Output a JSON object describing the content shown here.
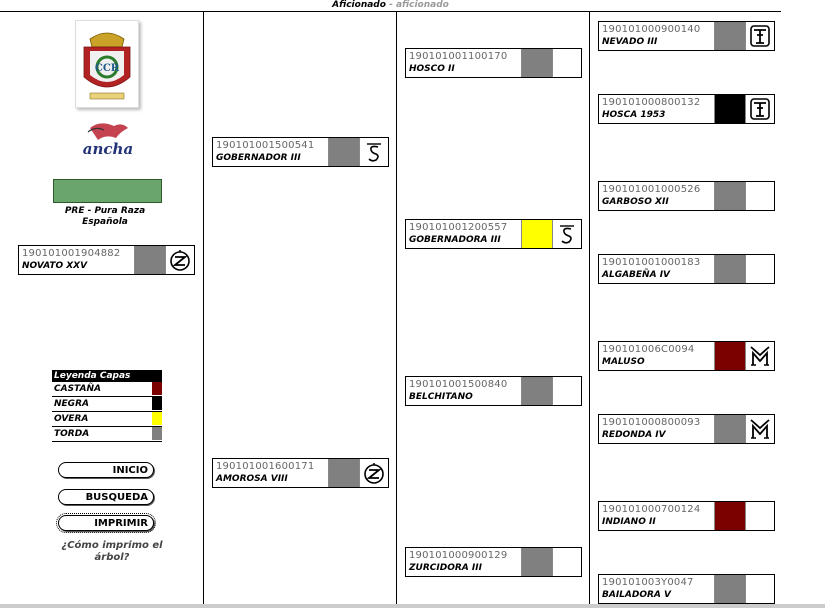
{
  "header": {
    "title": "Aficionado",
    "separator": " - ",
    "subtitle": "aficionado"
  },
  "sidebar": {
    "breed_label": "PRE - Pura Raza Española",
    "logo2_text": "ancha",
    "logo1_text": "CCR",
    "legend": {
      "title": "Leyenda Capas",
      "items": [
        {
          "label": "CASTAÑA",
          "color": "#7b0000"
        },
        {
          "label": "NEGRA",
          "color": "#000000"
        },
        {
          "label": "OVERA",
          "color": "#ffff00"
        },
        {
          "label": "TORDA",
          "color": "#808080"
        }
      ]
    },
    "buttons": {
      "inicio": "INICIO",
      "busqueda": "BUSQUEDA",
      "imprimir": "IMPRIMIR"
    },
    "howto": "¿Cómo imprimo el árbol?"
  },
  "horses": {
    "root": {
      "reg": "190101001904882",
      "name": "NOVATO XXV",
      "color": "#808080",
      "brand": "z-icon"
    },
    "g1a": {
      "reg": "190101001500541",
      "name": "GOBERNADOR III",
      "color": "#808080",
      "brand": "s-icon"
    },
    "g1b": {
      "reg": "190101001600171",
      "name": "AMOROSA VIII",
      "color": "#808080",
      "brand": "z-icon"
    },
    "g2a": {
      "reg": "190101001100170",
      "name": "HOSCO II",
      "color": "#808080",
      "brand": ""
    },
    "g2b": {
      "reg": "190101001200557",
      "name": "GOBERNADORA III",
      "color": "#ffff00",
      "brand": "s-icon"
    },
    "g2c": {
      "reg": "190101001500840",
      "name": "BELCHITANO",
      "color": "#808080",
      "brand": ""
    },
    "g2d": {
      "reg": "190101000900129",
      "name": "ZURCIDORA III",
      "color": "#808080",
      "brand": ""
    },
    "g3a": {
      "reg": "190101000900140",
      "name": "NEVADO III",
      "color": "#808080",
      "brand": "tf-icon"
    },
    "g3b": {
      "reg": "190101000800132",
      "name": "HOSCA 1953",
      "color": "#000000",
      "brand": "tf-icon"
    },
    "g3c": {
      "reg": "190101001000526",
      "name": "GARBOSO XII",
      "color": "#808080",
      "brand": ""
    },
    "g3d": {
      "reg": "190101001000183",
      "name": "ALGABEÑA IV",
      "color": "#808080",
      "brand": ""
    },
    "g3e": {
      "reg": "190101006C0094",
      "name": "MALUSO",
      "color": "#7b0000",
      "brand": "ym-icon"
    },
    "g3f": {
      "reg": "190101000800093",
      "name": "REDONDA IV",
      "color": "#808080",
      "brand": "ym-icon"
    },
    "g3g": {
      "reg": "190101000700124",
      "name": "INDIANO II",
      "color": "#7b0000",
      "brand": ""
    },
    "g3h": {
      "reg": "190101003Y0047",
      "name": "BAILADORA V",
      "color": "#808080",
      "brand": ""
    }
  }
}
